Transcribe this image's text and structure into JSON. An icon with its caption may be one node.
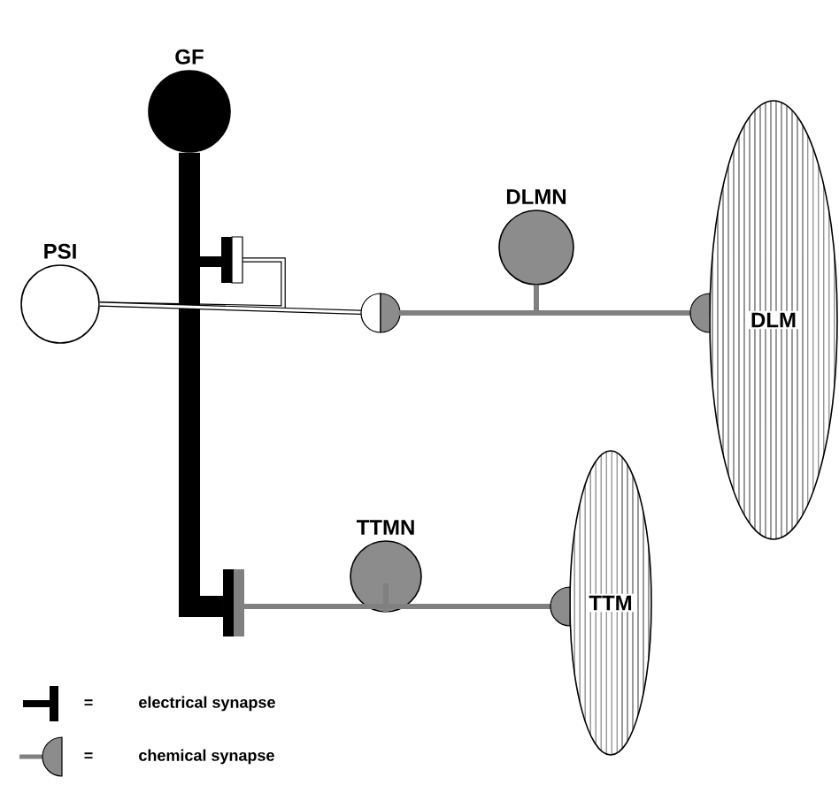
{
  "diagram": {
    "nodes": [
      {
        "text": [
          "GF"
        ]
      },
      {
        "text": [
          "PSI"
        ]
      },
      {
        "text": [
          "DLMN"
        ]
      },
      {
        "text": [
          "TTMN"
        ]
      },
      {
        "text": [
          "DLM"
        ]
      },
      {
        "text": [
          "TTM"
        ]
      }
    ],
    "edges": [
      {
        "from": 0,
        "to": 1,
        "arrow": "none"
      },
      {
        "from": 0,
        "to": 3,
        "arrow": "none"
      },
      {
        "from": 1,
        "to": 2,
        "arrow": "none"
      },
      {
        "from": 2,
        "to": 4,
        "arrow": "other",
        "color": "#808080"
      },
      {
        "from": 3,
        "to": 5,
        "arrow": "other",
        "color": "#808080"
      }
    ],
    "labels": [
      "=",
      "="
    ],
    "legend": [
      {
        "text": "electrical synapse"
      },
      {
        "text": "chemical synapse"
      }
    ]
  }
}
